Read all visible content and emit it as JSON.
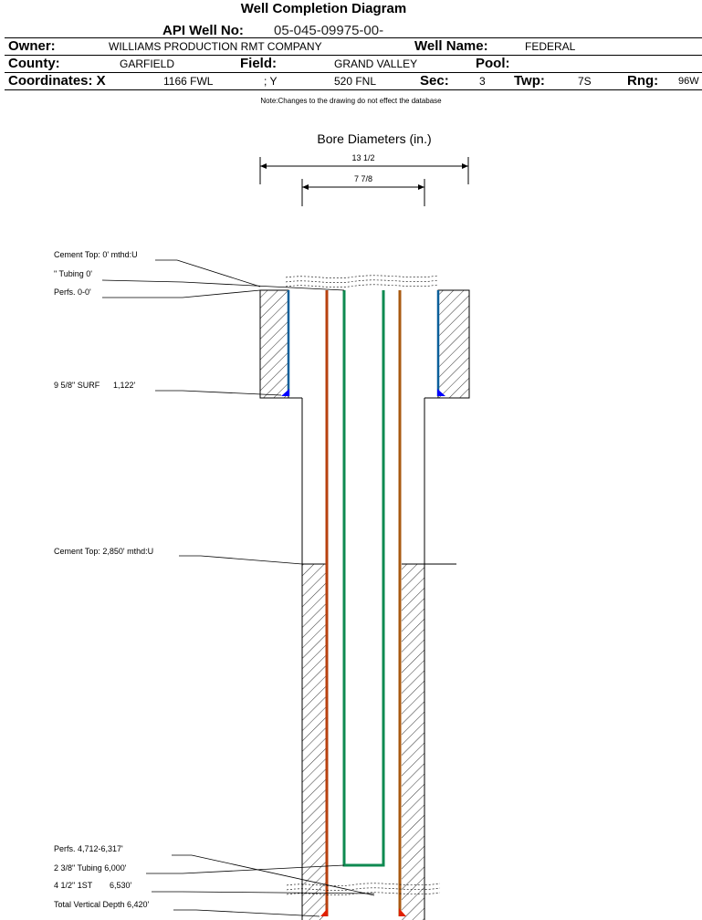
{
  "header": {
    "title": "Well Completion Diagram",
    "api_label": "API Well No:",
    "api_value": "05-045-09975-00-",
    "owner_label": "Owner:",
    "owner_value": "WILLIAMS PRODUCTION RMT COMPANY",
    "well_name_label": "Well Name:",
    "well_name_value": "FEDERAL",
    "county_label": "County:",
    "county_value": "GARFIELD",
    "field_label": "Field:",
    "field_value": "GRAND VALLEY",
    "pool_label": "Pool:",
    "pool_value": "",
    "coord_label": "Coordinates: X",
    "coord_x_value": "1166 FWL",
    "coord_y_label": "; Y",
    "coord_y_value": "520 FNL",
    "sec_label": "Sec:",
    "sec_value": "3",
    "twp_label": "Twp:",
    "twp_value": "7S",
    "rng_label": "Rng:",
    "rng_value": "96W"
  },
  "note": "Note:Changes to the drawing do not effect the database",
  "diagram": {
    "bore_title": "Bore Diameters (in.)",
    "bore_diameters": [
      {
        "label": "13 1/2",
        "value_in": 13.5
      },
      {
        "label": "7 7/8",
        "value_in": 7.875
      }
    ],
    "labels": [
      {
        "id": "cement-top-surface",
        "text": "Cement Top: 0' mthd:U"
      },
      {
        "id": "tubing-top",
        "text": "\" Tubing 0'"
      },
      {
        "id": "perfs-top",
        "text": "Perfs. 0-0'"
      },
      {
        "id": "surface-casing",
        "text": "9 5/8\" SURF",
        "depth": "1,122'"
      },
      {
        "id": "cement-top-production",
        "text": "Cement Top: 2,850' mthd:U"
      },
      {
        "id": "perfs-bottom",
        "text": "Perfs. 4,712-6,317'"
      },
      {
        "id": "tubing-bottom",
        "text": "2 3/8\" Tubing 6,000'"
      },
      {
        "id": "production-casing",
        "text": "4 1/2\" 1ST",
        "depth": "6,530'"
      },
      {
        "id": "tvd",
        "text": "Total Vertical Depth 6,420'"
      }
    ],
    "colors": {
      "surface_casing": "#0a5f9a",
      "production_casing": "#b8410f",
      "tubing": "#0e8a50",
      "shoe": "#0000ff",
      "prod_shoe": "#e02000"
    }
  }
}
